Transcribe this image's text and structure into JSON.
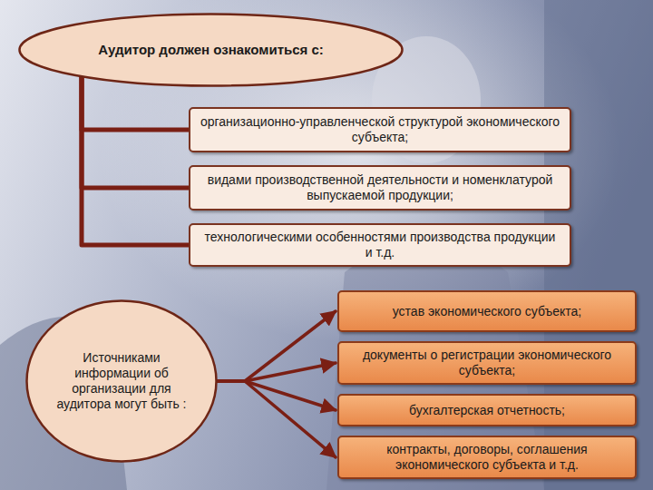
{
  "diagram": {
    "nodes": [
      {
        "text": [
          "Аудитор должен ознакомиться с:"
        ]
      },
      {
        "text": [
          "организационно-управленческой структурой экономического субъекта;"
        ]
      },
      {
        "text": [
          "видами производственной деятельности и номенклатурой выпускаемой продукции;"
        ]
      },
      {
        "text": [
          "технологическими особенностями производства продукции и т.д."
        ]
      },
      {
        "text": [
          "Источниками информации об организации для аудитора могут быть :"
        ]
      },
      {
        "text": [
          "устав экономического субъекта;"
        ]
      },
      {
        "text": [
          "документы о регистрации экономического субъекта;"
        ]
      },
      {
        "text": [
          "бухгалтерская отчетность;"
        ]
      },
      {
        "text": [
          "контракты, договоры, соглашения экономического субъекта и т.д."
        ]
      }
    ],
    "edges": [
      {
        "from": 0,
        "to": 1,
        "arrow": "none"
      },
      {
        "from": 0,
        "to": 2,
        "arrow": "none"
      },
      {
        "from": 0,
        "to": 3,
        "arrow": "none"
      },
      {
        "from": 4,
        "to": 5,
        "arrow": "to"
      },
      {
        "from": 4,
        "to": 6,
        "arrow": "to"
      },
      {
        "from": 4,
        "to": 7,
        "arrow": "to"
      },
      {
        "from": 4,
        "to": 8,
        "arrow": "to"
      }
    ]
  }
}
